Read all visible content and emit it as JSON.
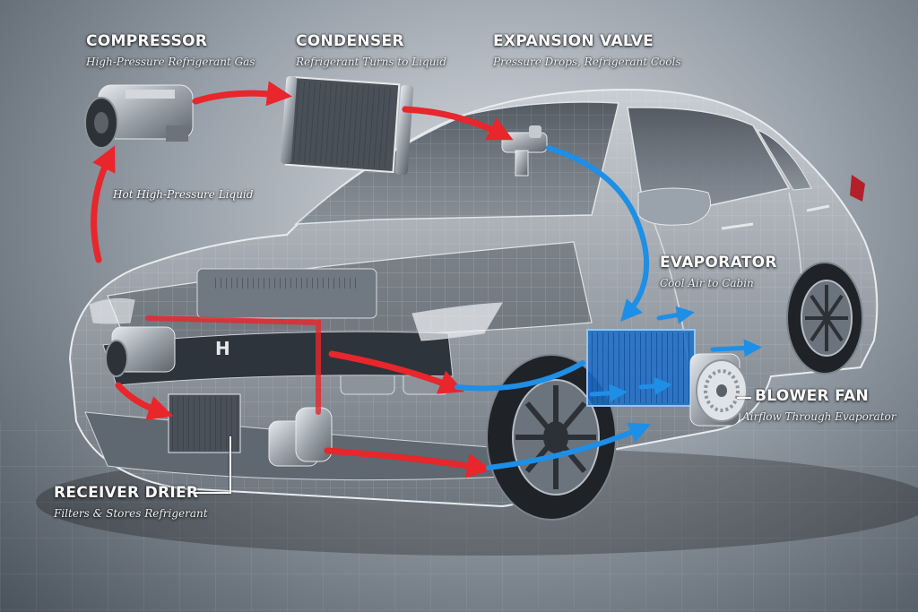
{
  "labels": {
    "compressor": {
      "title": "COMPRESSOR",
      "subtitle": "High-Pressure Refrigerant Gas"
    },
    "condenser": {
      "title": "CONDENSER",
      "subtitle": "Refrigerant Turns to Liquid"
    },
    "expansion_valve": {
      "title": "EXPANSION VALVE",
      "subtitle": "Pressure Drops, Refrigerant Cools"
    },
    "evaporator": {
      "title": "EVAPORATOR",
      "subtitle": "Cool Air to Cabin"
    },
    "blower_fan": {
      "title": "BLOWER FAN",
      "subtitle": "Airflow Through Evaporator"
    },
    "receiver_drier": {
      "title": "RECEIVER DRIER",
      "subtitle": "Filters & Stores Refrigerant"
    },
    "hot_liquid_note": "Hot High-Pressure Liquid"
  },
  "colors": {
    "hot_flow": "#e8262b",
    "cold_flow": "#1e8fe6",
    "car_body": "#8c959e",
    "component_metal": "#b8bec6"
  }
}
